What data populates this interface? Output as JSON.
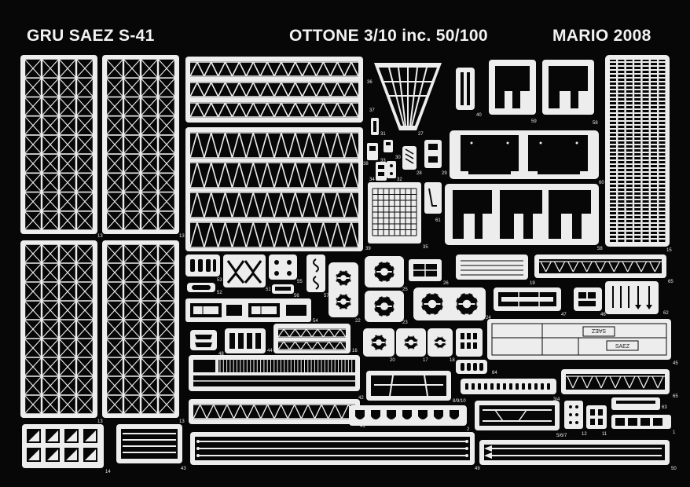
{
  "header": {
    "left": "GRU SAEZ S-41",
    "middle": "OTTONE 3/10  inc. 50/100",
    "right": "MARIO 2008"
  },
  "part_numbers": {
    "p13": "13",
    "p36": "36",
    "p27": "27",
    "p40": "40",
    "p59": "59",
    "p58": "58",
    "p15": "15",
    "p37": "37",
    "p31": "31",
    "p30": "30",
    "p38": "38",
    "p33": "33",
    "p28": "28",
    "p29": "29",
    "p34": "34",
    "p32": "32",
    "p60": "60",
    "p61": "61",
    "p39": "39",
    "p35": "35",
    "p53": "53",
    "p52": "52",
    "p51": "51",
    "p55": "55",
    "p56": "56",
    "p57": "57",
    "p25": "25",
    "p26": "26",
    "p19": "19",
    "p65": "65",
    "p22": "22",
    "p54": "54",
    "p23": "23",
    "p24": "24",
    "p47": "47",
    "p46": "46",
    "p62": "62",
    "p48": "48",
    "p44": "44",
    "p16": "16",
    "p20": "20",
    "p17": "17",
    "p18": "18",
    "p45": "45",
    "p64": "64",
    "p42": "42",
    "p8910": "8/9/10",
    "p34b": "3/4",
    "p63": "63",
    "p41": "41",
    "p567": "5/6/7",
    "p12": "12",
    "p11": "11",
    "p1": "1",
    "p2": "2",
    "p14": "14",
    "p43": "43",
    "p49": "49",
    "p50": "50"
  },
  "etched_text": {
    "saez_mirrored": "SAEZ",
    "saez": "SAEZ"
  },
  "colors": {
    "background": "#070707",
    "brass": "#ededed",
    "cutout": "#070707"
  }
}
